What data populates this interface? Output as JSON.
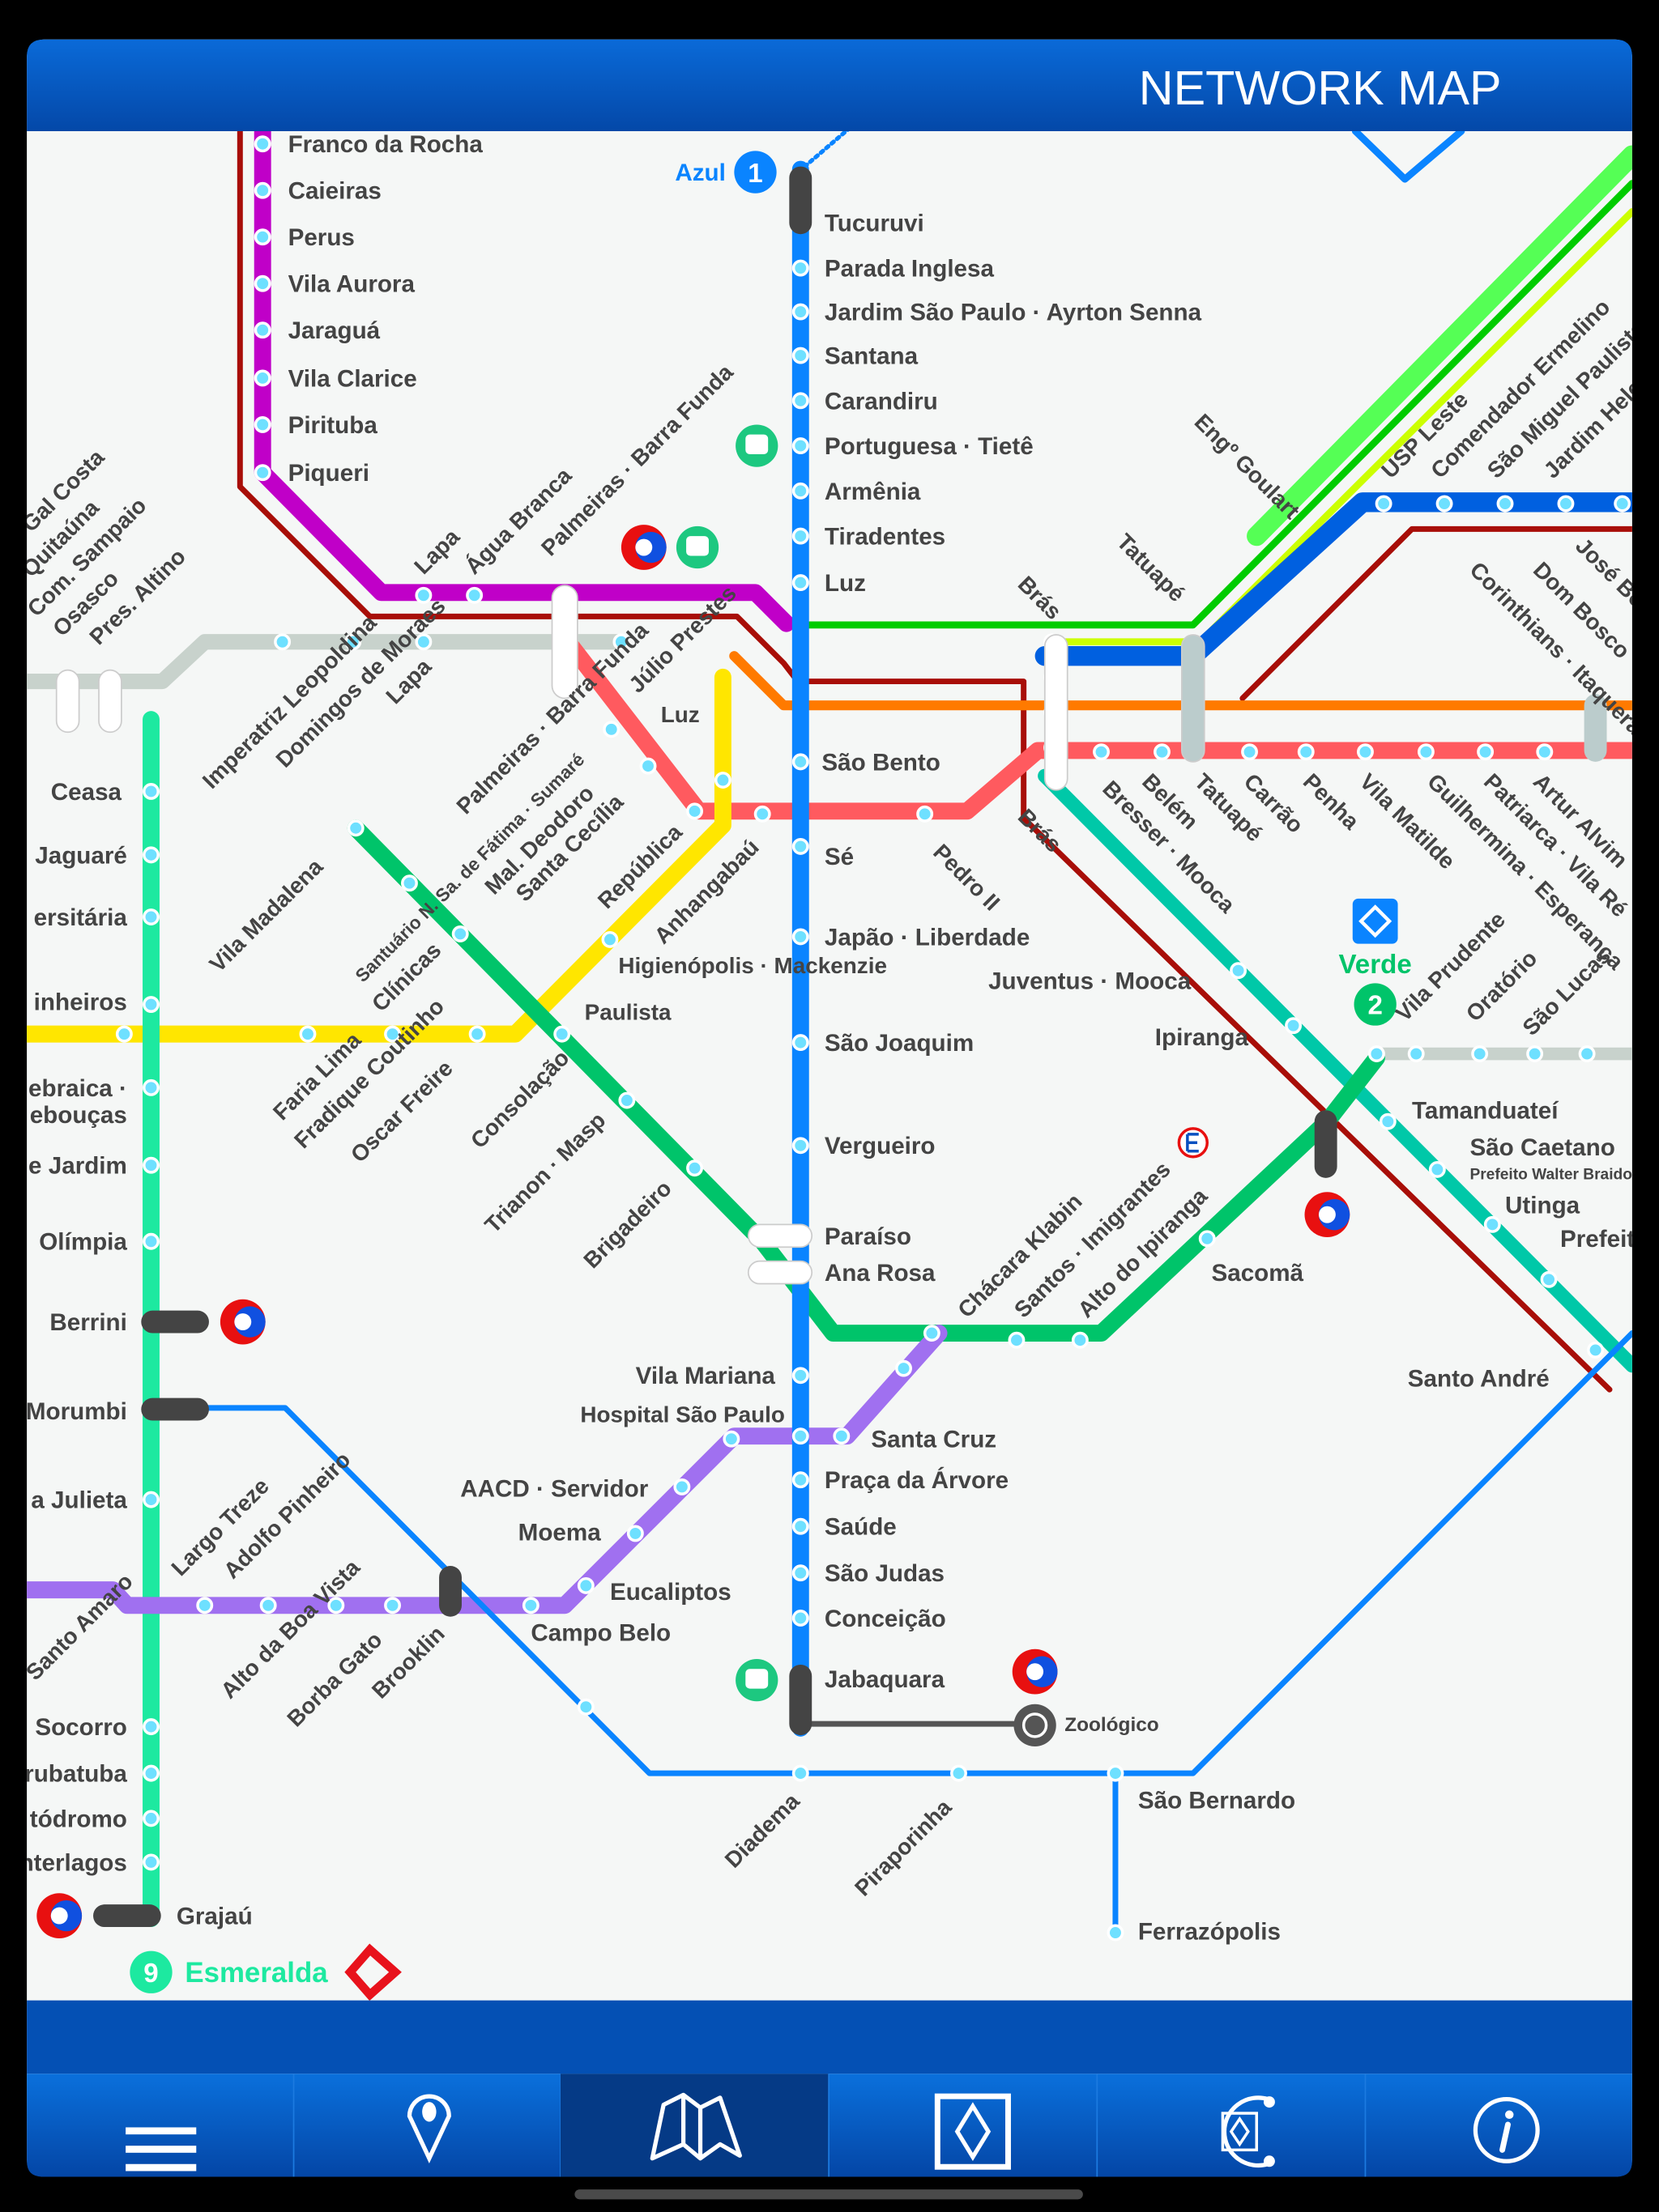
{
  "header": {
    "title": "NETWORK MAP"
  },
  "colors": {
    "header": "#0a56c0",
    "map_bg": "#f5f7f6",
    "line1": "#0a84ff",
    "line2": "#00c46a",
    "line3": "#ff5a5f",
    "line4": "#ffe600",
    "line5": "#a070f0",
    "line7": "#c000c8",
    "line9": "#1de9a0",
    "line12": "#0060e0",
    "cptm_red": "#a80e08",
    "orange": "#ff7a00"
  },
  "line_badges": [
    {
      "number": "1",
      "name": "Azul",
      "color": "#0a84ff"
    },
    {
      "number": "2",
      "name": "Verde",
      "color": "#00c46a"
    },
    {
      "number": "9",
      "name": "Esmeralda",
      "color": "#1de9a0"
    }
  ],
  "stations": [
    "Franco da Rocha",
    "Caieiras",
    "Perus",
    "Vila Aurora",
    "Jaraguá",
    "Vila Clarice",
    "Pirituba",
    "Piqueri",
    "Tucuruvi",
    "Parada Inglesa",
    "Jardim São Paulo · Ayrton Senna",
    "Santana",
    "Carandiru",
    "Portuguesa · Tietê",
    "Armênia",
    "Tiradentes",
    "Luz",
    "São Bento",
    "Sé",
    "Japão · Liberdade",
    "São Joaquim",
    "Vergueiro",
    "Paraíso",
    "Ana Rosa",
    "Vila Mariana",
    "Santa Cruz",
    "Praça da Árvore",
    "Saúde",
    "São Judas",
    "Conceição",
    "Jabaquara",
    "Zoológico",
    "Ceasa",
    "Jaguaré",
    "ersitária",
    "inheiros",
    "ebraica ·",
    "ebouças",
    "e Jardim",
    "Olímpia",
    "Berrini",
    "Morumbi",
    "a Julieta",
    "Socorro",
    "rubatuba",
    "tódromo",
    "nterlagos",
    "Grajaú",
    "Lapa",
    "Água Branca",
    "Palmeiras · Barra Funda",
    "Júlio Prestes",
    "Luz",
    "Imperatriz Leopoldina",
    "Domingos de Moraes",
    "Lapa",
    "Palmeiras · Barra Funda",
    "Mal. Deodoro",
    "Santa Cecília",
    "República",
    "Anhangabaú",
    "Higienópolis · Mackenzie",
    "Paulista",
    "Vila Madalena",
    "Santuário N. Sa. de Fátima · Sumaré",
    "Clínicas",
    "Consolação",
    "Faria Lima",
    "Fradique Coutinho",
    "Oscar Freire",
    "Trianon · Masp",
    "Brigadeiro",
    "Pedro II",
    "Juventus · Mooca",
    "Ipiranga",
    "Brás",
    "Tatuapé",
    "Brás",
    "Bresser · Mooca",
    "Belém",
    "Tatuapé",
    "Carrão",
    "Penha",
    "Vila Matilde",
    "Guilhermina · Esperança",
    "Patriarca · Vila Ré",
    "Artur Alvim",
    "Corinthians · Itaquera",
    "Dom Bosco",
    "José Bonifácio",
    "Engº Goulart",
    "USP Leste",
    "Comendador Ermelino",
    "São Miguel Paulista",
    "Jardim Helena",
    "Vila Prudente",
    "Oratório",
    "São Lucas",
    "Tamanduateí",
    "São Caetano",
    "Prefeito Walter Braido",
    "Utinga",
    "Prefeito Saladino",
    "Santo André",
    "Chácara Klabin",
    "Santos · Imigrantes",
    "Alto do Ipiranga",
    "Sacomã",
    "Hospital São Paulo",
    "AACD · Servidor",
    "Moema",
    "Eucaliptos",
    "Campo Belo",
    "Largo Treze",
    "Adolfo Pinheiro",
    "Alto da Boa Vista",
    "Borba Gato",
    "Brooklin",
    "Santo Amaro",
    "Diadema",
    "Piraporinha",
    "São Bernardo",
    "Ferrazópolis",
    "Osasco",
    "Pres. Altino",
    "Com. Sampaio",
    "Quitaúna",
    "Gal Costa"
  ],
  "tabs": [
    {
      "name": "menu",
      "icon": "hamburger-icon"
    },
    {
      "name": "nearby",
      "icon": "map-pin-icon"
    },
    {
      "name": "network-map",
      "icon": "folded-map-icon",
      "active": true
    },
    {
      "name": "metro",
      "icon": "metro-logo-icon"
    },
    {
      "name": "route",
      "icon": "route-planner-icon"
    },
    {
      "name": "info",
      "icon": "info-icon"
    }
  ]
}
